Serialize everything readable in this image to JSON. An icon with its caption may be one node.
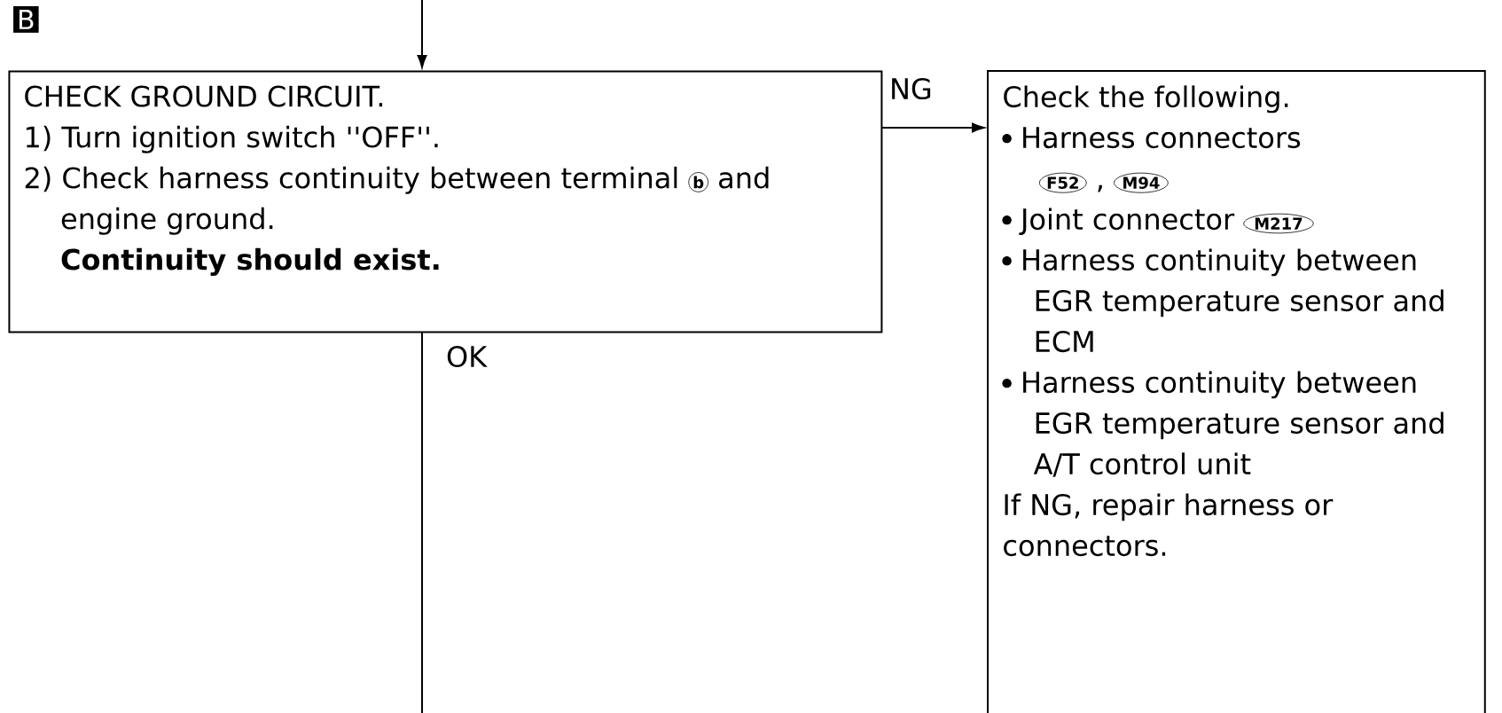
{
  "diagram": {
    "nodes": [
      {
        "text": [
          "CHECK GROUND CIRCUIT.",
          "1) Turn ignition switch ''OFF''.",
          "2) Check harness continuity between terminal",
          "b",
          "and engine ground.",
          "Continuity should exist."
        ]
      },
      {
        "text": [
          "Check the following.",
          "Harness connectors",
          "F52",
          ",",
          "M94",
          "Joint connector",
          "M217",
          "Harness continuity between EGR temperature sensor and ECM",
          "Harness continuity between EGR temperature sensor and A/T control unit",
          "If NG, repair harness or connectors."
        ]
      }
    ],
    "edges": [
      {
        "from": null,
        "to": 0,
        "arrow": "to"
      },
      {
        "from": 0,
        "to": 1,
        "arrow": "to",
        "label": "NG"
      },
      {
        "from": 0,
        "to": null,
        "arrow": "none",
        "label": "OK"
      }
    ],
    "labels": [
      "B"
    ]
  }
}
